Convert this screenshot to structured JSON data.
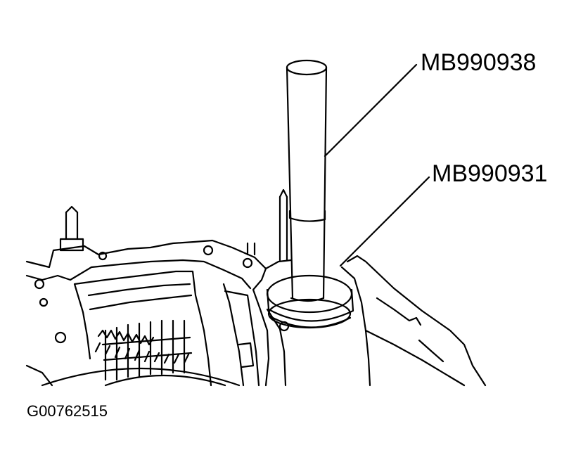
{
  "callouts": [
    {
      "id": "tool-installer",
      "label": "MB990938"
    },
    {
      "id": "tool-adapter",
      "label": "MB990931"
    }
  ],
  "figure_id": "G00762515",
  "colors": {
    "ink": "#000000",
    "paper": "#ffffff"
  }
}
